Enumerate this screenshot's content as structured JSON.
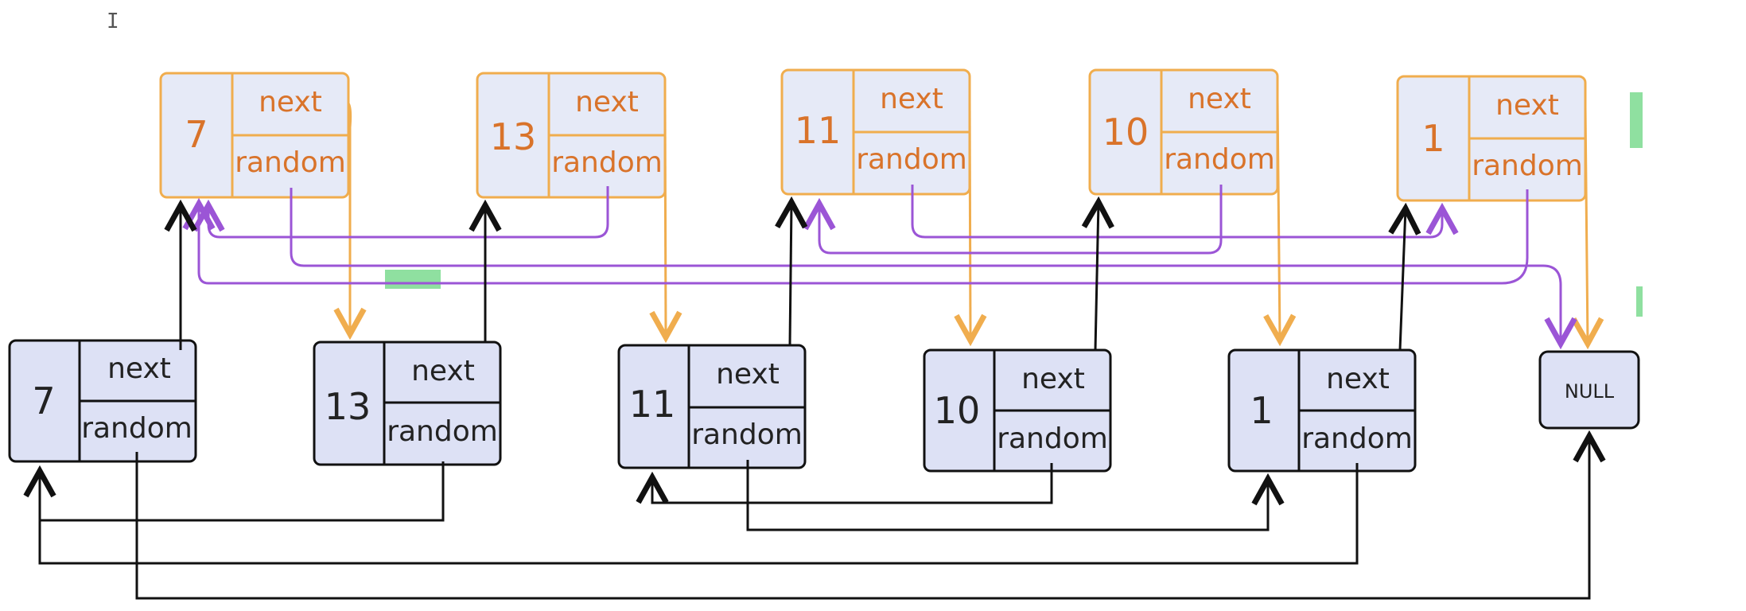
{
  "colors": {
    "copy_stroke": "#f0ad4e",
    "copy_fill": "#e6eaf7",
    "copy_text": "#d9732a",
    "orig_stroke": "#111111",
    "orig_fill": "#dde1f5",
    "orig_text": "#222222",
    "random_copy_arrow": "#9b55d6",
    "next_copy_arrow": "#f0ad4e",
    "orig_arrow": "#111111",
    "highlight": "#8fe0a0"
  },
  "copied_list": [
    {
      "value": "7",
      "next": "next",
      "random": "random"
    },
    {
      "value": "13",
      "next": "next",
      "random": "random"
    },
    {
      "value": "11",
      "next": "next",
      "random": "random"
    },
    {
      "value": "10",
      "next": "next",
      "random": "random"
    },
    {
      "value": "1",
      "next": "next",
      "random": "random"
    }
  ],
  "original_list": [
    {
      "value": "7",
      "next": "next",
      "random": "random"
    },
    {
      "value": "13",
      "next": "next",
      "random": "random"
    },
    {
      "value": "11",
      "next": "next",
      "random": "random"
    },
    {
      "value": "10",
      "next": "next",
      "random": "random"
    },
    {
      "value": "1",
      "next": "next",
      "random": "random"
    }
  ],
  "null_node": {
    "label": "NULL"
  },
  "cursor_glyph": "I"
}
